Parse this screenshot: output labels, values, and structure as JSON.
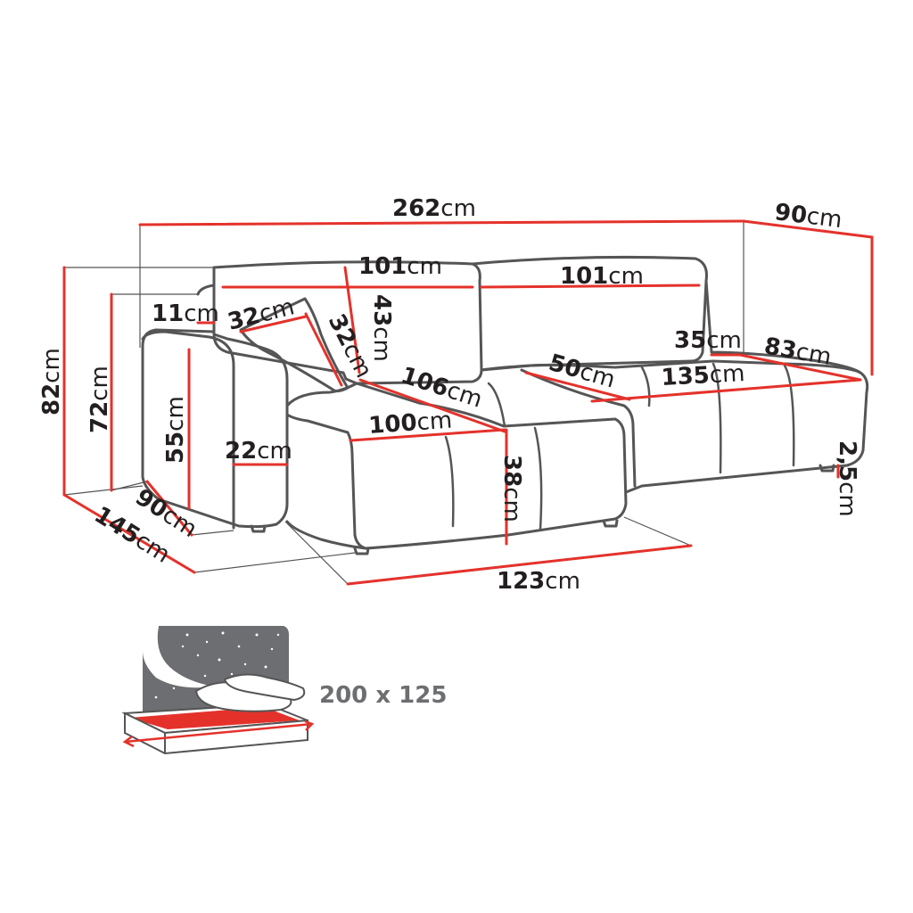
{
  "colors": {
    "dimension_line": "#e4322b",
    "outline": "#555555",
    "text": "#231f20",
    "bed_surface": "#e4322b",
    "bed_background": "#6d6e71"
  },
  "unit": "cm",
  "dimensions": {
    "total_width": "262",
    "depth": "90",
    "back_cushion_left_width": "101",
    "back_cushion_right_width": "101",
    "back_cushion_height": "43",
    "armrest_width": "11",
    "pillow_width": "32",
    "pillow_height": "32",
    "seat_depth_chaise": "106",
    "seat_width_chaise": "100",
    "seat_depth": "50",
    "seat_width": "135",
    "side_depth": "35",
    "side_width": "83",
    "total_height": "82",
    "back_height": "72",
    "armrest_height": "55",
    "armrest_thickness": "22",
    "seat_height": "38",
    "leg_height": "2,5",
    "arm_depth": "90",
    "chaise_depth": "145",
    "chaise_width": "123"
  },
  "bed": {
    "size_label": "200 x 125",
    "icon": "bed-icon"
  }
}
